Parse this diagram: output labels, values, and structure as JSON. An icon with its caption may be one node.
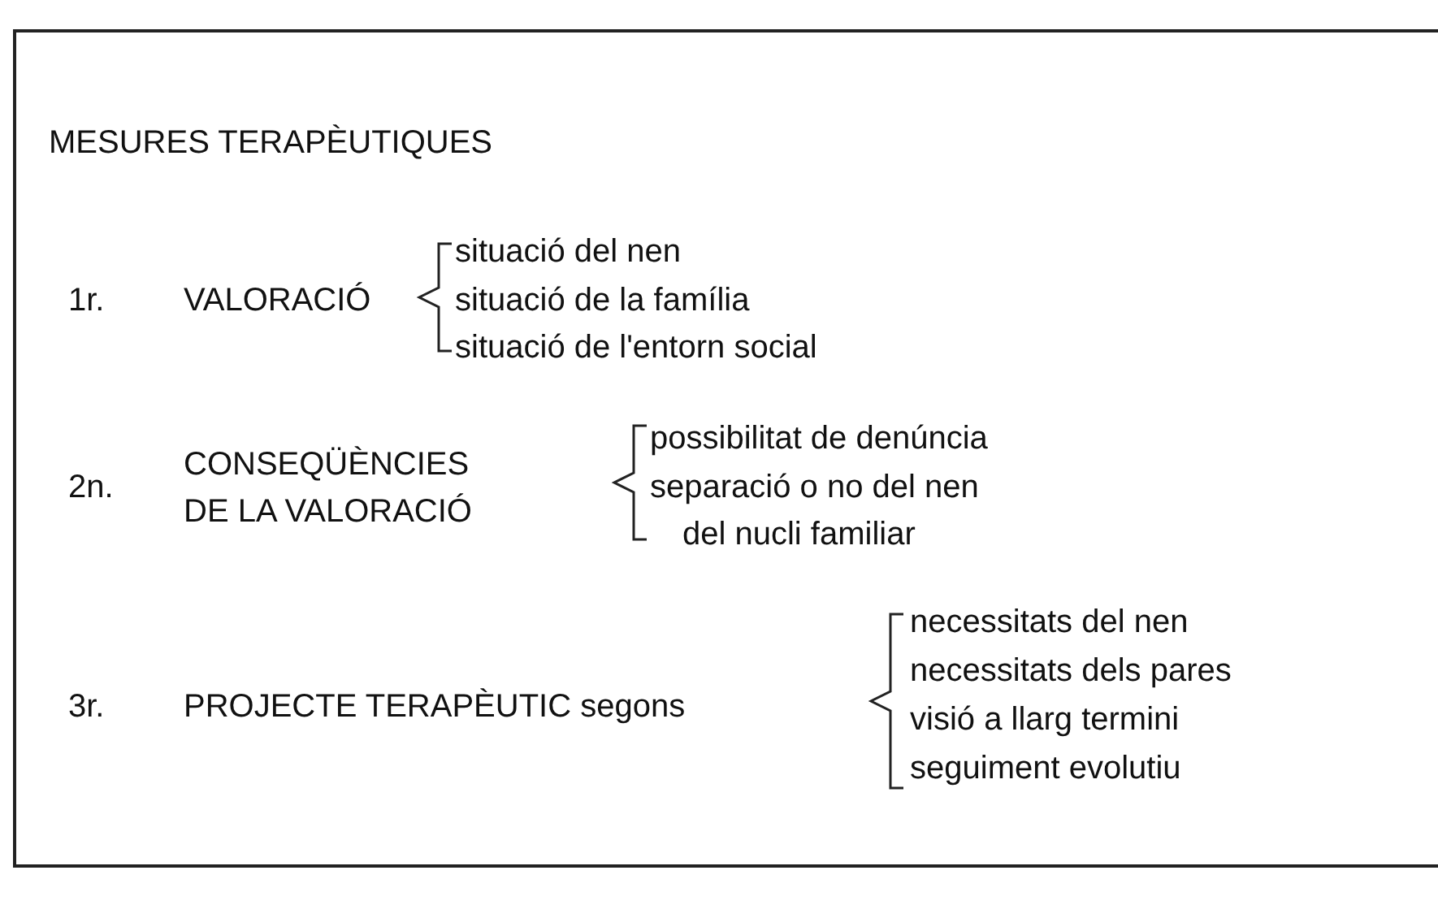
{
  "diagram": {
    "title": "MESURES TERAPÈUTIQUES",
    "labels": [
      "1r.",
      "VALORACIÓ",
      "situació del nen",
      "situació de la família",
      "situació de l'entorn social",
      "2n.",
      "CONSEQÜÈNCIES DE LA VALORACIÓ",
      "possibilitat de denúncia",
      "separació o no del nen del nucli familiar",
      "3r.",
      "PROJECTE TERAPÈUTIC segons",
      "necessitats del nen",
      "necessitats dels pares",
      "visió a llarg termini",
      "seguiment evolutiu"
    ]
  }
}
